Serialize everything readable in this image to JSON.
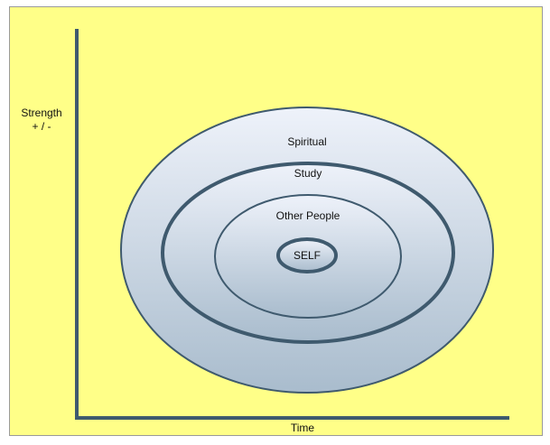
{
  "diagram": {
    "y_axis_label_line1": "Strength",
    "y_axis_label_line2": "+ / -",
    "x_axis_label": "Time",
    "rings": [
      {
        "label": "Spiritual"
      },
      {
        "label": "Study"
      },
      {
        "label": "Other People"
      },
      {
        "label": "SELF"
      }
    ],
    "colors": {
      "background": "#ffff88",
      "axis": "#3f5a6e",
      "ring_stroke": "#3f5a6e",
      "ring_fill_top": "#eef2fa",
      "ring_fill_bottom": "#a9bccd"
    }
  }
}
